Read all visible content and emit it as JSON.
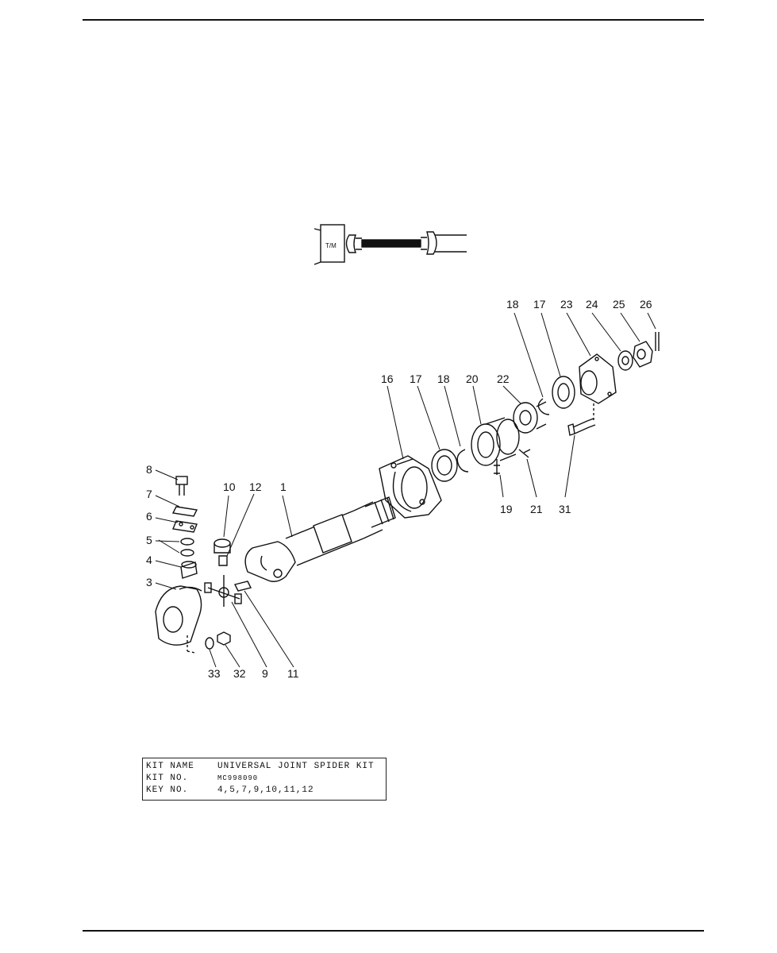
{
  "diagram": {
    "inset_label": "T/M",
    "callouts": [
      {
        "id": "c8",
        "text": "8"
      },
      {
        "id": "c7",
        "text": "7"
      },
      {
        "id": "c6",
        "text": "6"
      },
      {
        "id": "c5",
        "text": "5"
      },
      {
        "id": "c4",
        "text": "4"
      },
      {
        "id": "c3",
        "text": "3"
      },
      {
        "id": "c10",
        "text": "10"
      },
      {
        "id": "c12",
        "text": "12"
      },
      {
        "id": "c1",
        "text": "1"
      },
      {
        "id": "c33",
        "text": "33"
      },
      {
        "id": "c32",
        "text": "32"
      },
      {
        "id": "c9",
        "text": "9"
      },
      {
        "id": "c11",
        "text": "11"
      },
      {
        "id": "c16",
        "text": "16"
      },
      {
        "id": "c17a",
        "text": "17"
      },
      {
        "id": "c18a",
        "text": "18"
      },
      {
        "id": "c20",
        "text": "20"
      },
      {
        "id": "c22",
        "text": "22"
      },
      {
        "id": "c19",
        "text": "19"
      },
      {
        "id": "c21",
        "text": "21"
      },
      {
        "id": "c31",
        "text": "31"
      },
      {
        "id": "c18b",
        "text": "18"
      },
      {
        "id": "c17b",
        "text": "17"
      },
      {
        "id": "c23",
        "text": "23"
      },
      {
        "id": "c24",
        "text": "24"
      },
      {
        "id": "c25",
        "text": "25"
      },
      {
        "id": "c26",
        "text": "26"
      }
    ]
  },
  "kit": {
    "name_label": "KIT NAME",
    "name_value": "UNIVERSAL JOINT SPIDER KIT",
    "no_label": "KIT NO.",
    "no_value": "MC998090",
    "key_label": "KEY NO.",
    "key_value": "4,5,7,9,10,11,12"
  }
}
